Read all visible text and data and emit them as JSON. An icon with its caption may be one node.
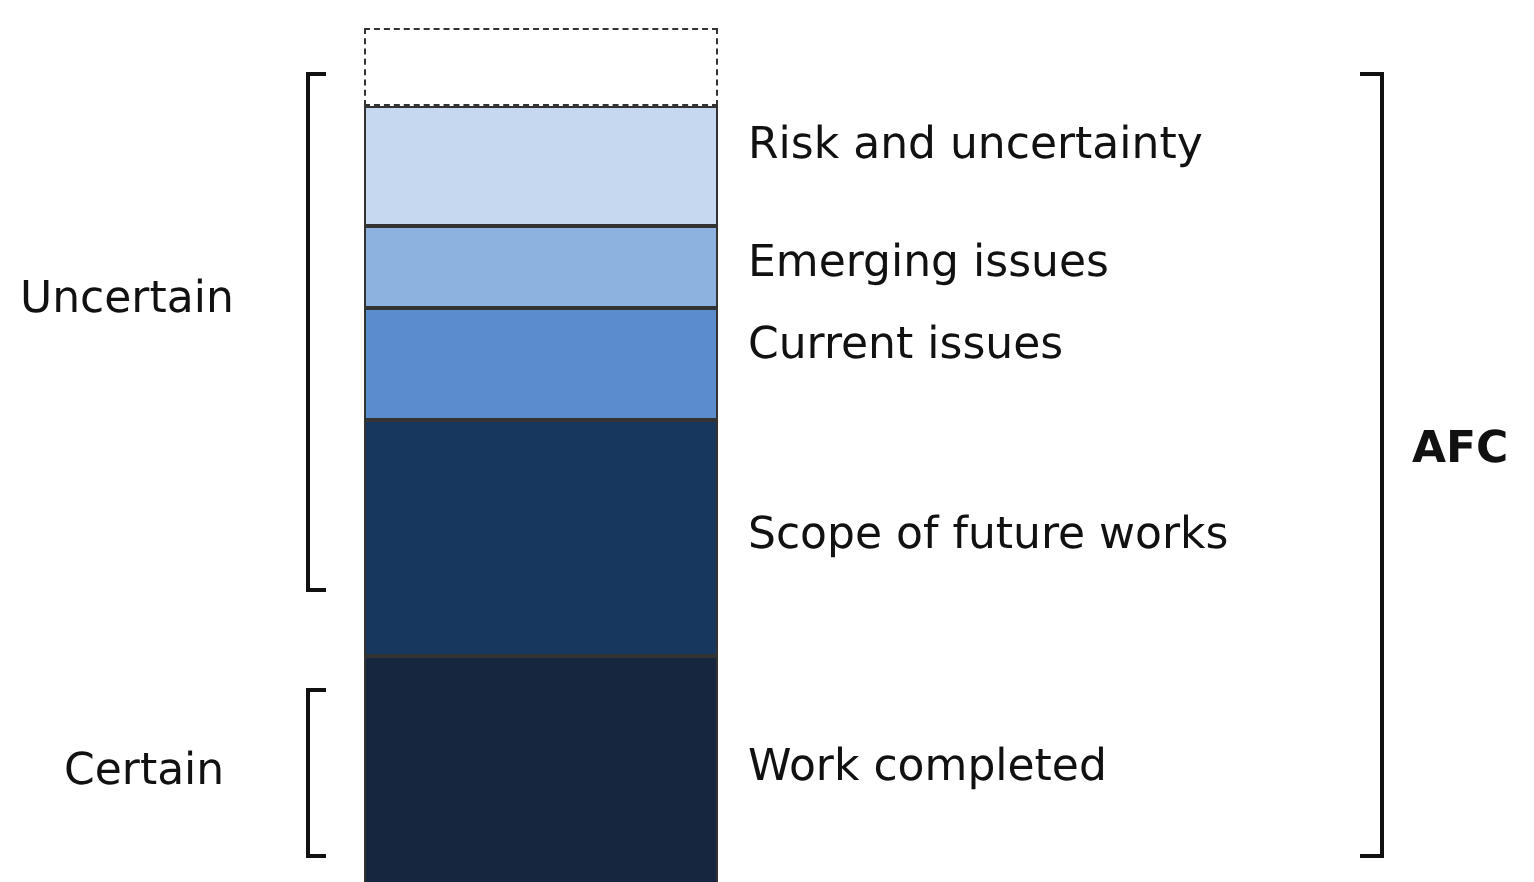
{
  "diagram": {
    "nodes": [
      {
        "text": [],
        "shape": "box"
      },
      {
        "text": [],
        "shape": "box",
        "beside": [
          "Risk and uncertainty"
        ]
      },
      {
        "text": [],
        "shape": "box",
        "beside": [
          "Emerging issues"
        ]
      },
      {
        "text": [],
        "shape": "box",
        "beside": [
          "Current issues"
        ]
      },
      {
        "text": [],
        "shape": "box",
        "beside": [
          "Scope of future works"
        ]
      },
      {
        "text": [],
        "shape": "box",
        "beside": [
          "Work completed"
        ]
      }
    ],
    "edges": [],
    "labels": [
      "Uncertain",
      "Certain",
      "AFC"
    ]
  }
}
